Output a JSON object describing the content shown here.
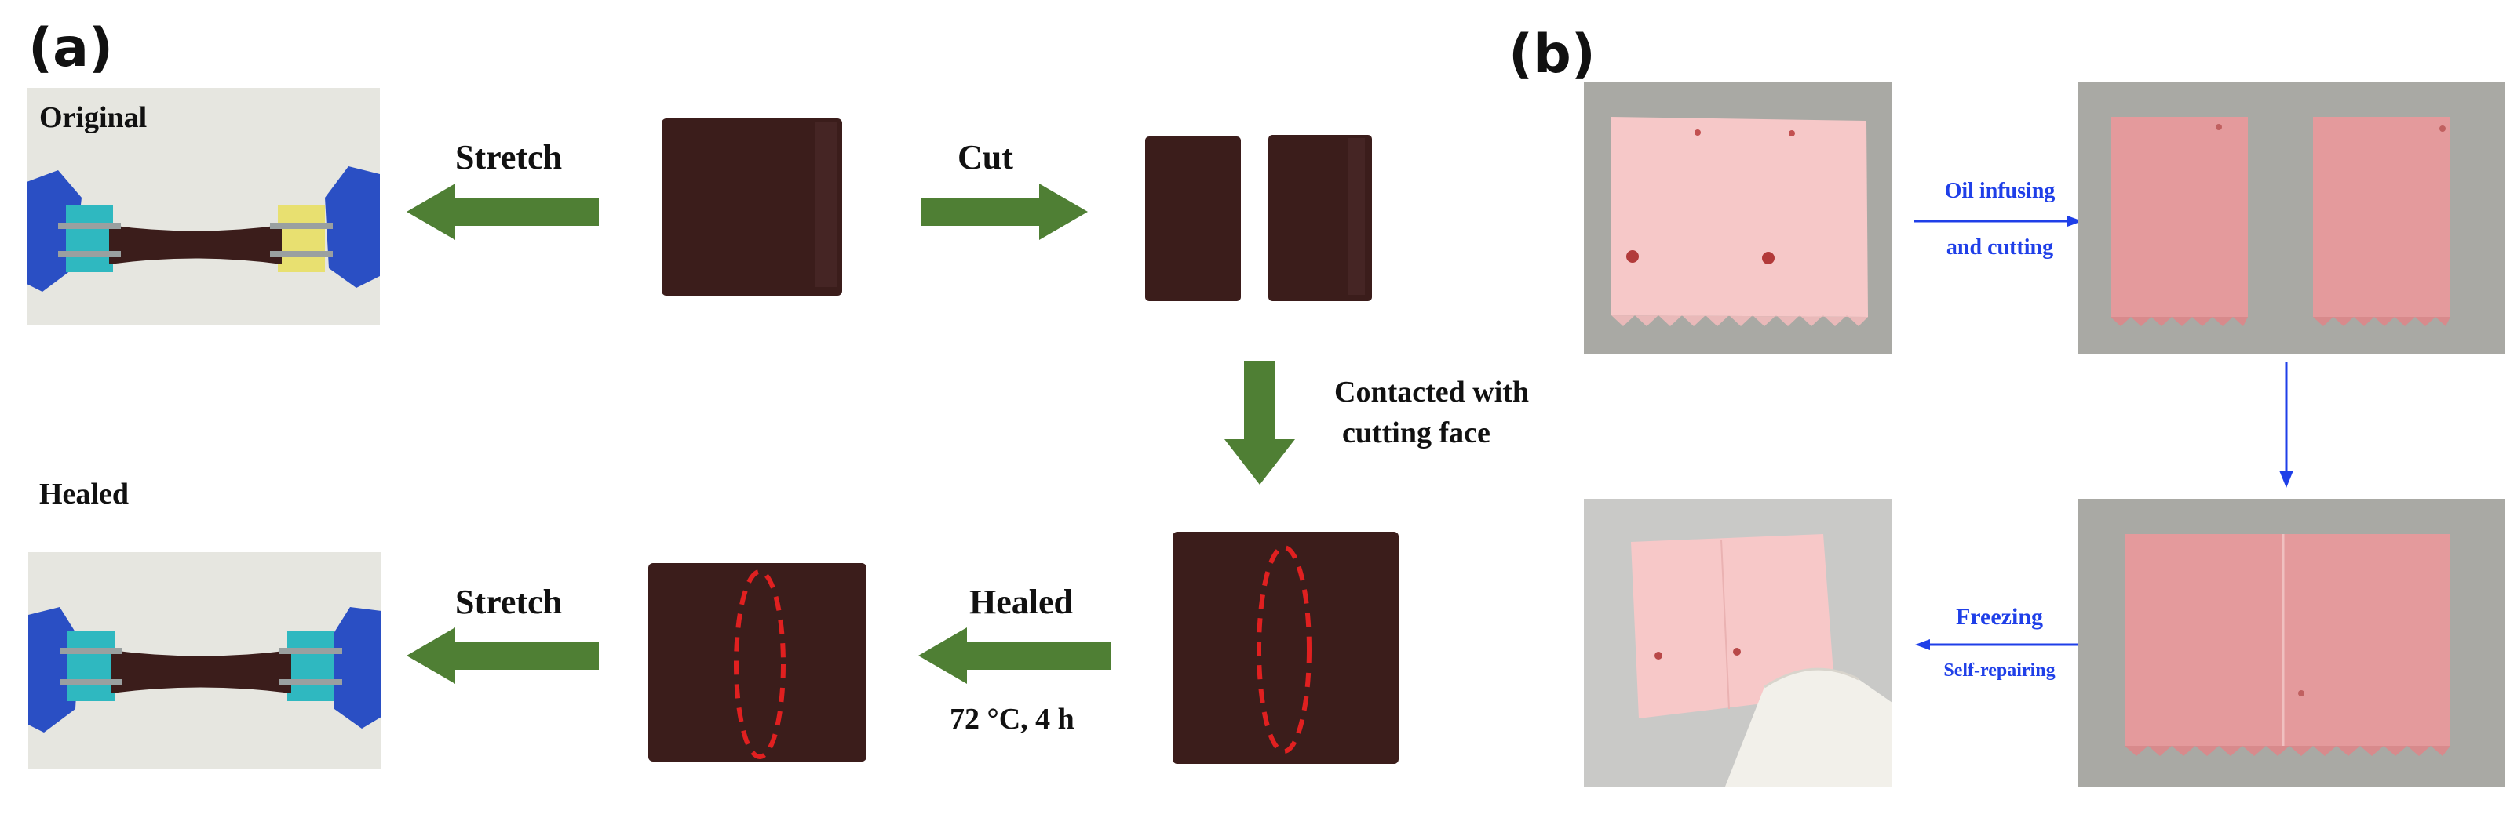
{
  "panel_a": {
    "label": "(a)",
    "original_label": "Original",
    "healed_top_label": "Healed",
    "stretch_top": "Stretch",
    "cut": "Cut",
    "contacted_line1": "Contacted with",
    "contacted_line2": "cutting face",
    "healed_arrow_label": "Healed",
    "healing_condition": "72 °C, 4 h",
    "stretch_bottom": "Stretch"
  },
  "panel_b": {
    "label": "(b)",
    "oil_line1": "Oil infusing",
    "oil_line2": "and cutting",
    "freezing": "Freezing",
    "self_repairing": "Self-repairing"
  },
  "colors": {
    "arrow_green": "#4f7f34",
    "sample_brown": "#3b1d1b",
    "pink_sample": "#f6c8c8",
    "oiled_pink": "#e49a9c",
    "blue_arrow": "#1f3fe8",
    "dash_red": "#e02020"
  }
}
